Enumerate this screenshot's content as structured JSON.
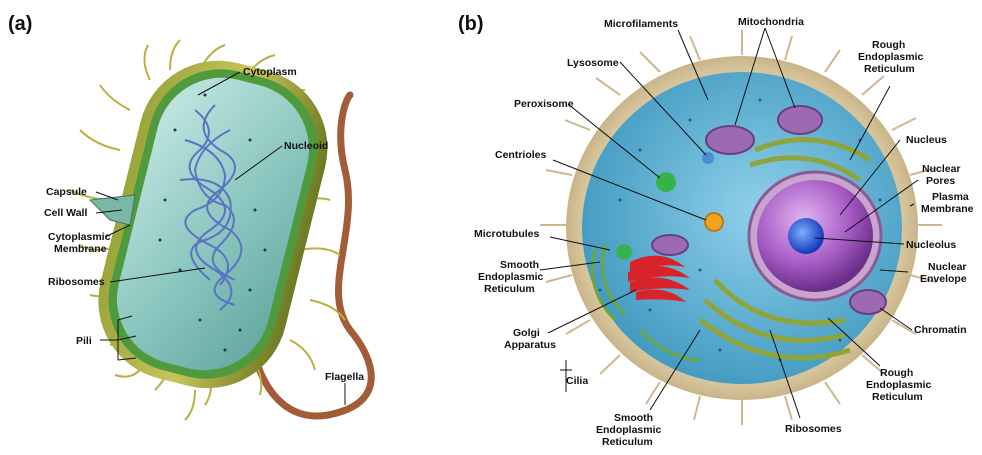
{
  "panel_a": {
    "letter": "(a)",
    "labels": {
      "cytoplasm": "Cytoplasm",
      "nucleoid": "Nucleoid",
      "capsule": "Capsule",
      "cell_wall": "Cell Wall",
      "cytoplasmic_membrane": [
        "Cytoplasmic",
        "Membrane"
      ],
      "ribosomes": "Ribosomes",
      "pili": "Pili",
      "flagella": "Flagella"
    }
  },
  "panel_b": {
    "letter": "(b)",
    "labels": {
      "microfilaments": "Microfilaments",
      "mitochondria": "Mitochondria",
      "rough_er_top": [
        "Rough",
        "Endoplasmic",
        "Reticulum"
      ],
      "lysosome": "Lysosome",
      "peroxisome": "Peroxisome",
      "nucleus": "Nucleus",
      "nuclear_pores": [
        "Nuclear",
        "Pores"
      ],
      "centrioles": "Centrioles",
      "plasma_membrane": [
        "Plasma",
        "Membrane"
      ],
      "microtubules": "Microtubules",
      "nucleolus": "Nucleolus",
      "smooth_er_left": [
        "Smooth",
        "Endoplasmic",
        "Reticulum"
      ],
      "nuclear_envelope": [
        "Nuclear",
        "Envelope"
      ],
      "golgi": [
        "Golgi",
        "Apparatus"
      ],
      "chromatin": "Chromatin",
      "cilia": "Cilia",
      "rough_er_bottom": [
        "Rough",
        "Endoplasmic",
        "Reticulum"
      ],
      "ribosomes": "Ribosomes",
      "smooth_er_bottom": [
        "Smooth",
        "Endoplasmic",
        "Reticulum"
      ]
    }
  }
}
